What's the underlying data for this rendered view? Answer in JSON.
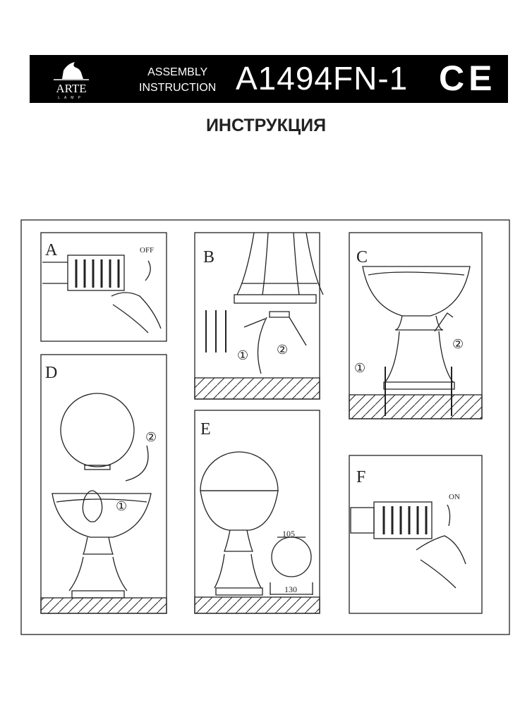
{
  "header": {
    "brand": "ARTE",
    "brand_sub": "LAMP",
    "assembly_line1": "ASSEMBLY",
    "assembly_line2": "INSTRUCTION",
    "model": "A1494FN-1",
    "certification": "CE"
  },
  "title": "ИНСТРУКЦИЯ",
  "steps": {
    "a": {
      "label": "A",
      "note": "OFF"
    },
    "b": {
      "label": "B",
      "step1": "①",
      "step2": "②"
    },
    "c": {
      "label": "C",
      "step1": "①",
      "step2": "②"
    },
    "d": {
      "label": "D",
      "step1": "①",
      "step2": "②"
    },
    "e": {
      "label": "E",
      "dim_top": "105",
      "dim_bottom": "130"
    },
    "f": {
      "label": "F",
      "note": "ON"
    }
  }
}
